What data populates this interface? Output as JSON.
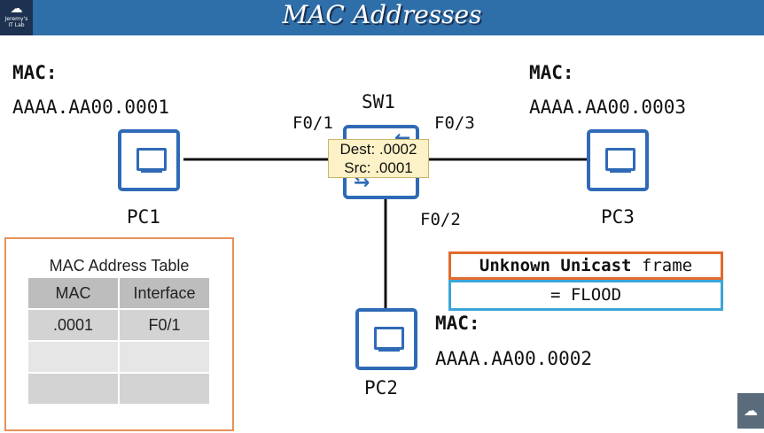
{
  "header": {
    "title": "MAC Addresses",
    "logo_line1": "Jeremy's",
    "logo_line2": "IT Lab"
  },
  "pcs": [
    {
      "name": "PC1",
      "mac_label": "MAC:",
      "mac": "AAAA.AA00.0001"
    },
    {
      "name": "PC2",
      "mac_label": "MAC:",
      "mac": "AAAA.AA00.0002"
    },
    {
      "name": "PC3",
      "mac_label": "MAC:",
      "mac": "AAAA.AA00.0003"
    }
  ],
  "switch": {
    "name": "SW1",
    "ports": [
      "F0/1",
      "F0/3",
      "F0/2"
    ]
  },
  "frame": {
    "dest": "Dest: .0002",
    "src": "Src: .0001"
  },
  "mac_table": {
    "title": "MAC Address Table",
    "headers": [
      "MAC",
      "Interface"
    ],
    "rows": [
      [
        ".0001",
        "F0/1"
      ],
      [
        "",
        ""
      ],
      [
        "",
        ""
      ]
    ]
  },
  "callout": {
    "part1": "Unknown Unicast",
    "part2": "frame",
    "result": "= FLOOD"
  },
  "colors": {
    "header": "#2e6ea9",
    "device": "#2f6ab6",
    "table_border": "#e7915a",
    "unknown_border": "#e26a2c",
    "flood_border": "#3aa5d8"
  }
}
